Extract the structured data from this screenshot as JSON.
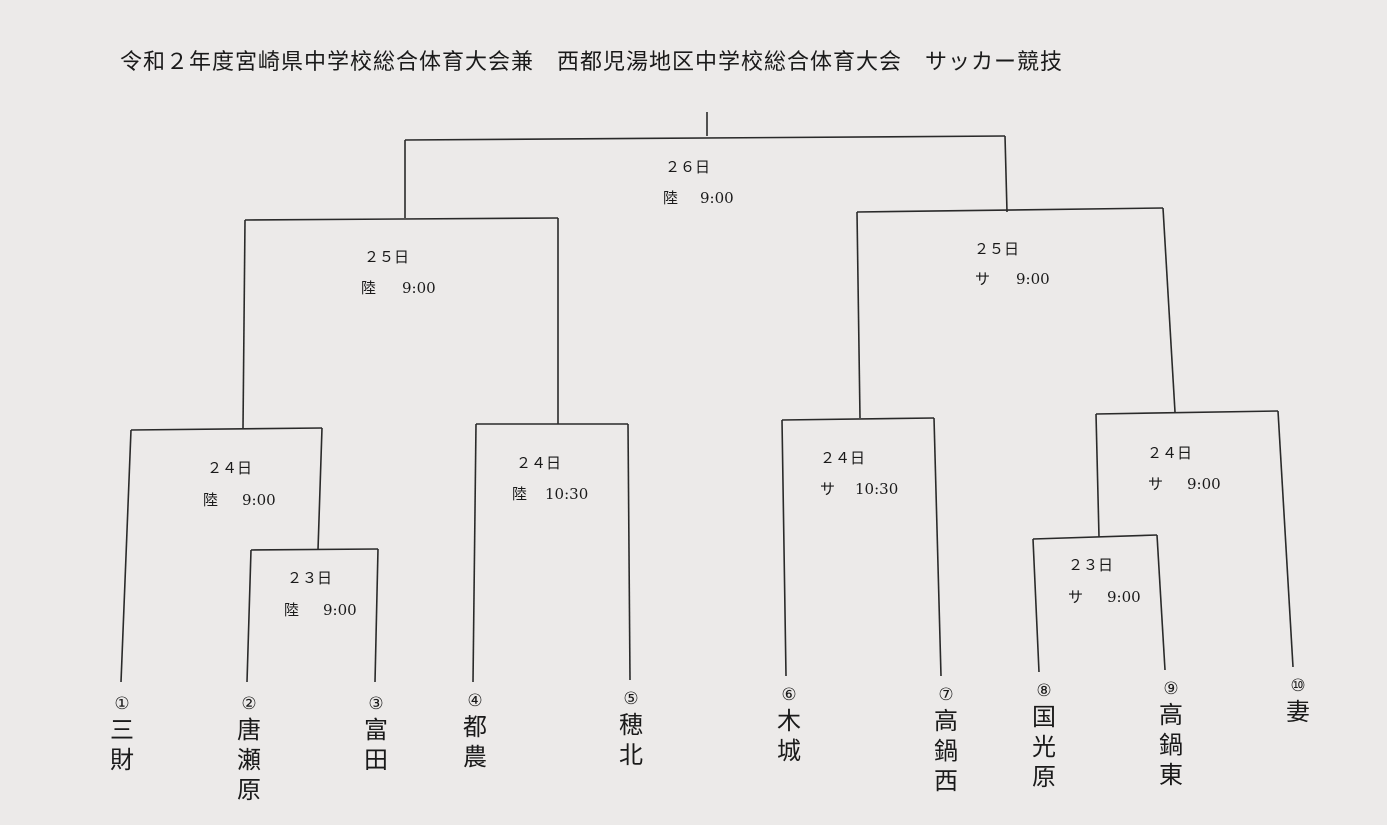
{
  "title": "令和２年度宮崎県中学校総合体育大会兼　西都児湯地区中学校総合体育大会　サッカー競技",
  "matches": {
    "final": {
      "day": "２６日",
      "venue": "陸",
      "time": "9:00"
    },
    "semi_left": {
      "day": "２５日",
      "venue": "陸",
      "time": "9:00"
    },
    "semi_right": {
      "day": "２５日",
      "venue": "サ",
      "time": "9:00"
    },
    "qf1": {
      "day": "２４日",
      "venue": "陸",
      "time": "9:00"
    },
    "qf2": {
      "day": "２４日",
      "venue": "陸",
      "time": "10:30"
    },
    "qf3": {
      "day": "２４日",
      "venue": "サ",
      "time": "10:30"
    },
    "qf4": {
      "day": "２４日",
      "venue": "サ",
      "time": "9:00"
    },
    "r1_left": {
      "day": "２３日",
      "venue": "陸",
      "time": "9:00"
    },
    "r1_right": {
      "day": "２３日",
      "venue": "サ",
      "time": "9:00"
    }
  },
  "teams": [
    {
      "num": "①",
      "name": "三\n財"
    },
    {
      "num": "②",
      "name": "唐\n瀬\n原"
    },
    {
      "num": "③",
      "name": "富\n田"
    },
    {
      "num": "④",
      "name": "都\n農"
    },
    {
      "num": "⑤",
      "name": "穂\n北"
    },
    {
      "num": "⑥",
      "name": "木\n城"
    },
    {
      "num": "⑦",
      "name": "高\n鍋\n西"
    },
    {
      "num": "⑧",
      "name": "国\n光\n原"
    },
    {
      "num": "⑨",
      "name": "高\n鍋\n東"
    },
    {
      "num": "⑩",
      "name": "妻"
    }
  ]
}
